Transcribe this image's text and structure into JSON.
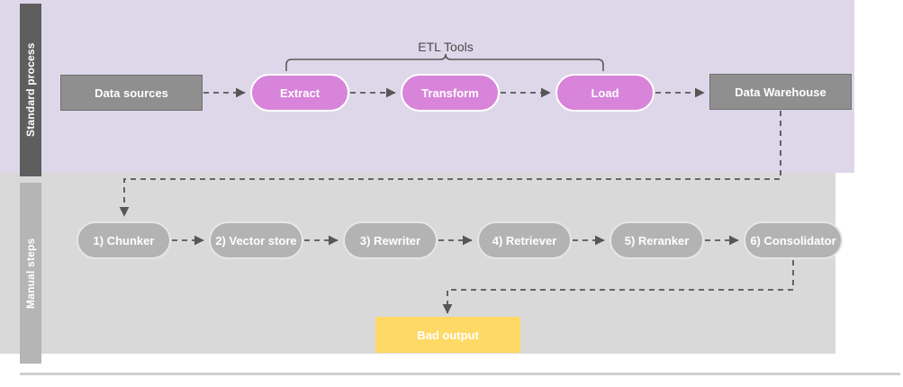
{
  "lanes": [
    {
      "id": "standard-process",
      "label": "Standard process",
      "band_color": "#5e5e5e",
      "body_color": "#ded7ea"
    },
    {
      "id": "manual-steps",
      "label": "Manual steps",
      "band_color": "#b5b5b5",
      "body_color": "#d9d9d9"
    }
  ],
  "annotations": {
    "etl_brace_label": "ETL Tools"
  },
  "colors": {
    "etl_pink": "#d884da",
    "source_gray": "#8f8f8f",
    "step_gray": "#b3b3b3",
    "bad_output_yellow": "#ffd966",
    "connector": "#565656",
    "lane_purple": "#ded7ea",
    "lane_gray": "#d9d9d9"
  },
  "standard_process": {
    "nodes": [
      {
        "id": "data-sources",
        "label": "Data sources",
        "shape": "rect",
        "color": "#8f8f8f"
      },
      {
        "id": "extract",
        "label": "Extract",
        "shape": "pill",
        "color": "#d884da"
      },
      {
        "id": "transform",
        "label": "Transform",
        "shape": "pill",
        "color": "#d884da"
      },
      {
        "id": "load",
        "label": "Load",
        "shape": "pill",
        "color": "#d884da"
      },
      {
        "id": "data-warehouse",
        "label": "Data Warehouse",
        "shape": "rect",
        "color": "#8f8f8f"
      }
    ]
  },
  "manual_steps": {
    "nodes": [
      {
        "id": "chunker",
        "label": "1) Chunker",
        "shape": "pill",
        "color": "#b3b3b3"
      },
      {
        "id": "vector-store",
        "label": "2) Vector store",
        "shape": "pill",
        "color": "#b3b3b3"
      },
      {
        "id": "rewriter",
        "label": "3) Rewriter",
        "shape": "pill",
        "color": "#b3b3b3"
      },
      {
        "id": "retriever",
        "label": "4) Retriever",
        "shape": "pill",
        "color": "#b3b3b3"
      },
      {
        "id": "reranker",
        "label": "5) Reranker",
        "shape": "pill",
        "color": "#b3b3b3"
      },
      {
        "id": "consolidator",
        "label": "6) Consolidator",
        "shape": "pill",
        "color": "#b3b3b3"
      }
    ],
    "outputs": [
      {
        "id": "bad-output",
        "label": "Bad output",
        "shape": "rect",
        "color": "#ffd966"
      }
    ]
  },
  "edges": [
    {
      "from": "data-sources",
      "to": "extract",
      "style": "dashed"
    },
    {
      "from": "extract",
      "to": "transform",
      "style": "dashed"
    },
    {
      "from": "transform",
      "to": "load",
      "style": "dashed"
    },
    {
      "from": "load",
      "to": "data-warehouse",
      "style": "dashed"
    },
    {
      "from": "data-warehouse",
      "to": "chunker",
      "style": "dashed"
    },
    {
      "from": "chunker",
      "to": "vector-store",
      "style": "dashed"
    },
    {
      "from": "vector-store",
      "to": "rewriter",
      "style": "dashed"
    },
    {
      "from": "rewriter",
      "to": "retriever",
      "style": "dashed"
    },
    {
      "from": "retriever",
      "to": "reranker",
      "style": "dashed"
    },
    {
      "from": "reranker",
      "to": "consolidator",
      "style": "dashed"
    },
    {
      "from": "consolidator",
      "to": "bad-output",
      "style": "dashed"
    }
  ]
}
